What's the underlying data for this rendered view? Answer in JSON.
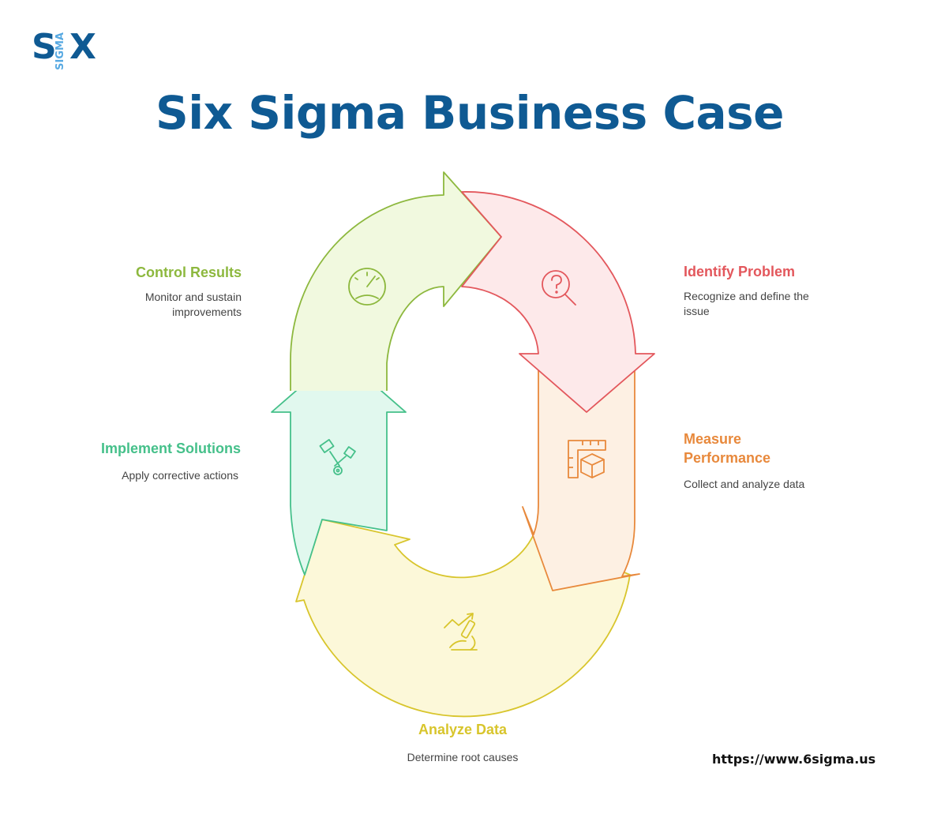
{
  "logo": {
    "letter_s": "S",
    "vertical_text": "SIGMA",
    "letter_x": "X"
  },
  "title": "Six Sigma Business Case",
  "stages": {
    "identify": {
      "title": "Identify Problem",
      "description": "Recognize and define the issue",
      "color": "#e3575c",
      "fill": "#fde9ea",
      "icon": "question-magnifier-icon"
    },
    "measure": {
      "title_line1": "Measure",
      "title_line2": "Performance",
      "description": "Collect and analyze data",
      "color": "#e8893c",
      "fill": "#fdf0e3",
      "icon": "ruler-cube-icon"
    },
    "analyze": {
      "title": "Analyze Data",
      "description": "Determine root causes",
      "color": "#d8c52c",
      "fill": "#fcf8d9",
      "icon": "microscope-chart-icon"
    },
    "implement": {
      "title": "Implement Solutions",
      "description": "Apply corrective actions",
      "color": "#45c08a",
      "fill": "#e1f8ee",
      "icon": "tools-gear-icon"
    },
    "control": {
      "title": "Control Results",
      "description_line1": "Monitor and sustain",
      "description_line2": "improvements",
      "color": "#8db83e",
      "fill": "#f1f9df",
      "icon": "speedometer-icon"
    }
  },
  "footer": {
    "url": "https://www.6sigma.us"
  }
}
